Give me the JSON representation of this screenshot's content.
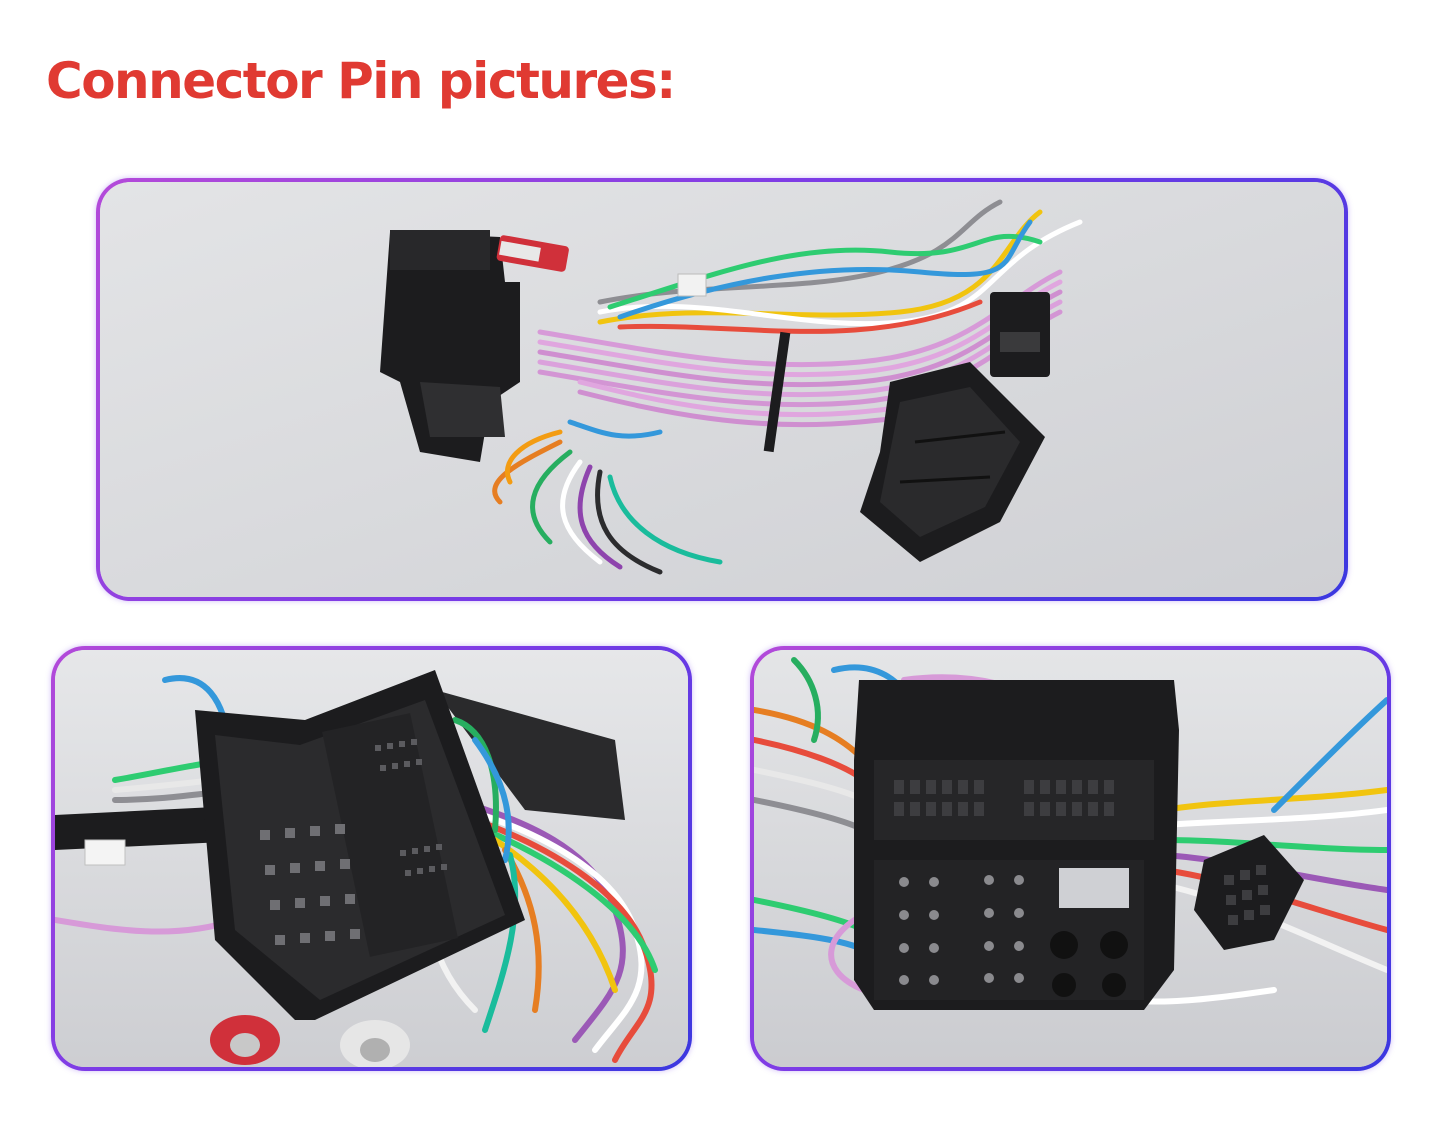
{
  "title": "Connector Pin pictures:",
  "colors": {
    "title": "#e03a32",
    "frame_start": "#b44ad9",
    "frame_end": "#3b38e0",
    "photo_background": "#d9dadd",
    "connector": "#1c1c1e"
  },
  "photos": [
    {
      "subject": "wiring-harness-overview"
    },
    {
      "subject": "harness-connector-pin-side"
    },
    {
      "subject": "harness-connector-front-view"
    }
  ]
}
